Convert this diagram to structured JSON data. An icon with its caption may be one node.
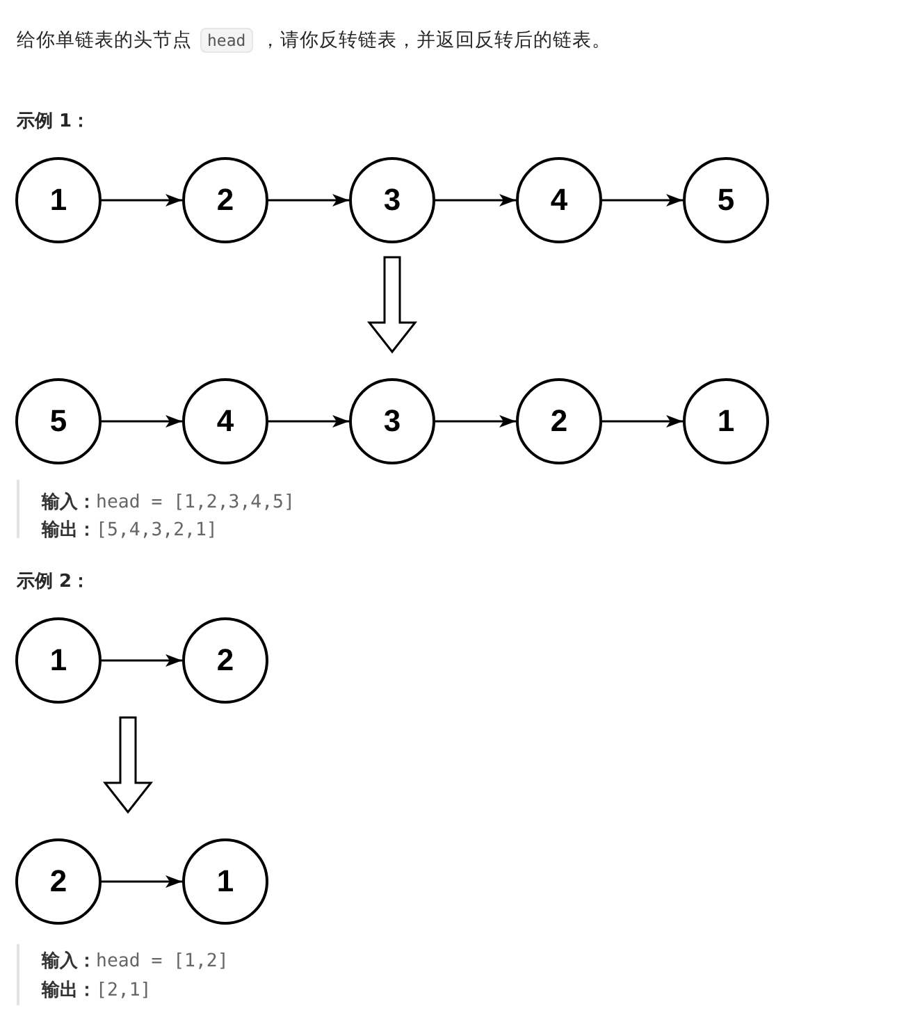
{
  "diagram": {
    "nodes": [
      {
        "text": [
          "1"
        ]
      },
      {
        "text": [
          "2"
        ]
      },
      {
        "text": [
          "3"
        ]
      },
      {
        "text": [
          "4"
        ]
      },
      {
        "text": [
          "5"
        ]
      },
      {
        "text": [
          "5"
        ]
      },
      {
        "text": [
          "4"
        ]
      },
      {
        "text": [
          "3"
        ]
      },
      {
        "text": [
          "2"
        ]
      },
      {
        "text": [
          "1"
        ]
      },
      {
        "text": [
          "1"
        ]
      },
      {
        "text": [
          "2"
        ]
      },
      {
        "text": [
          "2"
        ]
      },
      {
        "text": [
          "1"
        ]
      }
    ],
    "edges": [
      {
        "from": 0,
        "to": 1,
        "arrow": "to"
      },
      {
        "from": 1,
        "to": 2,
        "arrow": "to"
      },
      {
        "from": 2,
        "to": 3,
        "arrow": "to"
      },
      {
        "from": 3,
        "to": 4,
        "arrow": "to"
      },
      {
        "from": 2,
        "to": 7,
        "arrow": "to",
        "style": "thick"
      },
      {
        "from": 5,
        "to": 6,
        "arrow": "to"
      },
      {
        "from": 6,
        "to": 7,
        "arrow": "to"
      },
      {
        "from": 7,
        "to": 8,
        "arrow": "to"
      },
      {
        "from": 8,
        "to": 9,
        "arrow": "to"
      },
      {
        "from": 10,
        "to": 11,
        "arrow": "to"
      },
      {
        "from": 10,
        "to": 12,
        "arrow": "to",
        "style": "thick"
      },
      {
        "from": 12,
        "to": 13,
        "arrow": "to"
      }
    ],
    "labels": [
      "给你单链表的头节点",
      "head",
      "，请你反转链表，并返回反转后的链表。",
      "示例 1：",
      "输入：",
      "head = [1,2,3,4,5]",
      "输出：",
      "[5,4,3,2,1]",
      "示例 2：",
      "输入：",
      "head = [1,2]",
      "输出：",
      "[2,1]"
    ]
  }
}
